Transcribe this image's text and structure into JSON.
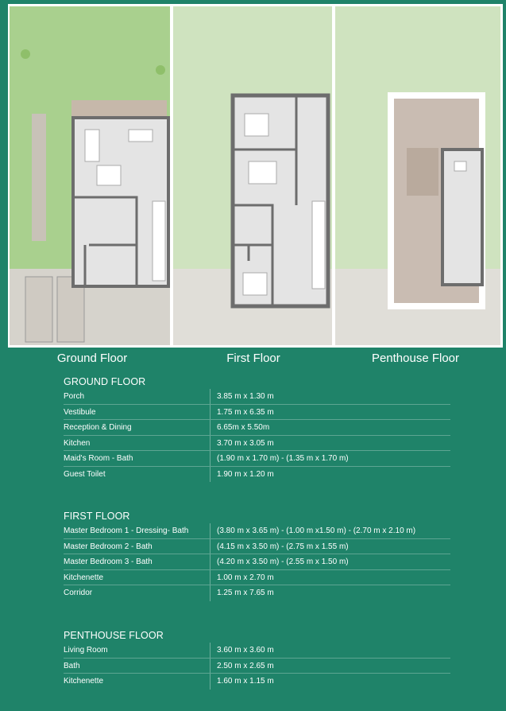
{
  "colors": {
    "background": "#1f8369",
    "lawn": "#a9d08e",
    "floor": "#e4e4e4",
    "wall": "#6d6d6d",
    "terrace": "#c9bcb2"
  },
  "plans": [
    {
      "label": "Ground Floor"
    },
    {
      "label": "First Floor"
    },
    {
      "label": "Penthouse Floor"
    }
  ],
  "sections": [
    {
      "title": "GROUND FLOOR",
      "rows": [
        {
          "room": "Porch",
          "size": "3.85 m x 1.30 m"
        },
        {
          "room": "Vestibule",
          "size": "1.75 m x 6.35 m"
        },
        {
          "room": "Reception & Dining",
          "size": "6.65m x 5.50m"
        },
        {
          "room": "Kitchen",
          "size": "3.70 m x 3.05 m"
        },
        {
          "room": "Maid's Room - Bath",
          "size": "(1.90 m x 1.70 m) - (1.35 m x 1.70 m)"
        },
        {
          "room": "Guest Toilet",
          "size": "1.90 m x 1.20 m"
        }
      ]
    },
    {
      "title": "FIRST FLOOR",
      "rows": [
        {
          "room": "Master Bedroom 1 - Dressing- Bath",
          "size": "(3.80 m x 3.65 m) -  (1.00 m x1.50 m) -  (2.70 m x 2.10 m)"
        },
        {
          "room": "Master Bedroom 2 -  Bath",
          "size": "(4.15 m x 3.50 m) -  (2.75 m x 1.55 m)"
        },
        {
          "room": "Master Bedroom 3 -  Bath",
          "size": "(4.20 m x 3.50 m) -  (2.55 m x 1.50 m)"
        },
        {
          "room": "Kitchenette",
          "size": "1.00 m x 2.70 m"
        },
        {
          "room": "Corridor",
          "size": "1.25 m x 7.65 m"
        }
      ]
    },
    {
      "title": "PENTHOUSE  FLOOR",
      "rows": [
        {
          "room": "Living Room",
          "size": "3.60 m x 3.60 m"
        },
        {
          "room": "Bath",
          "size": "2.50 m x 2.65 m"
        },
        {
          "room": "Kitchenette",
          "size": "1.60 m x 1.15 m"
        }
      ]
    }
  ]
}
